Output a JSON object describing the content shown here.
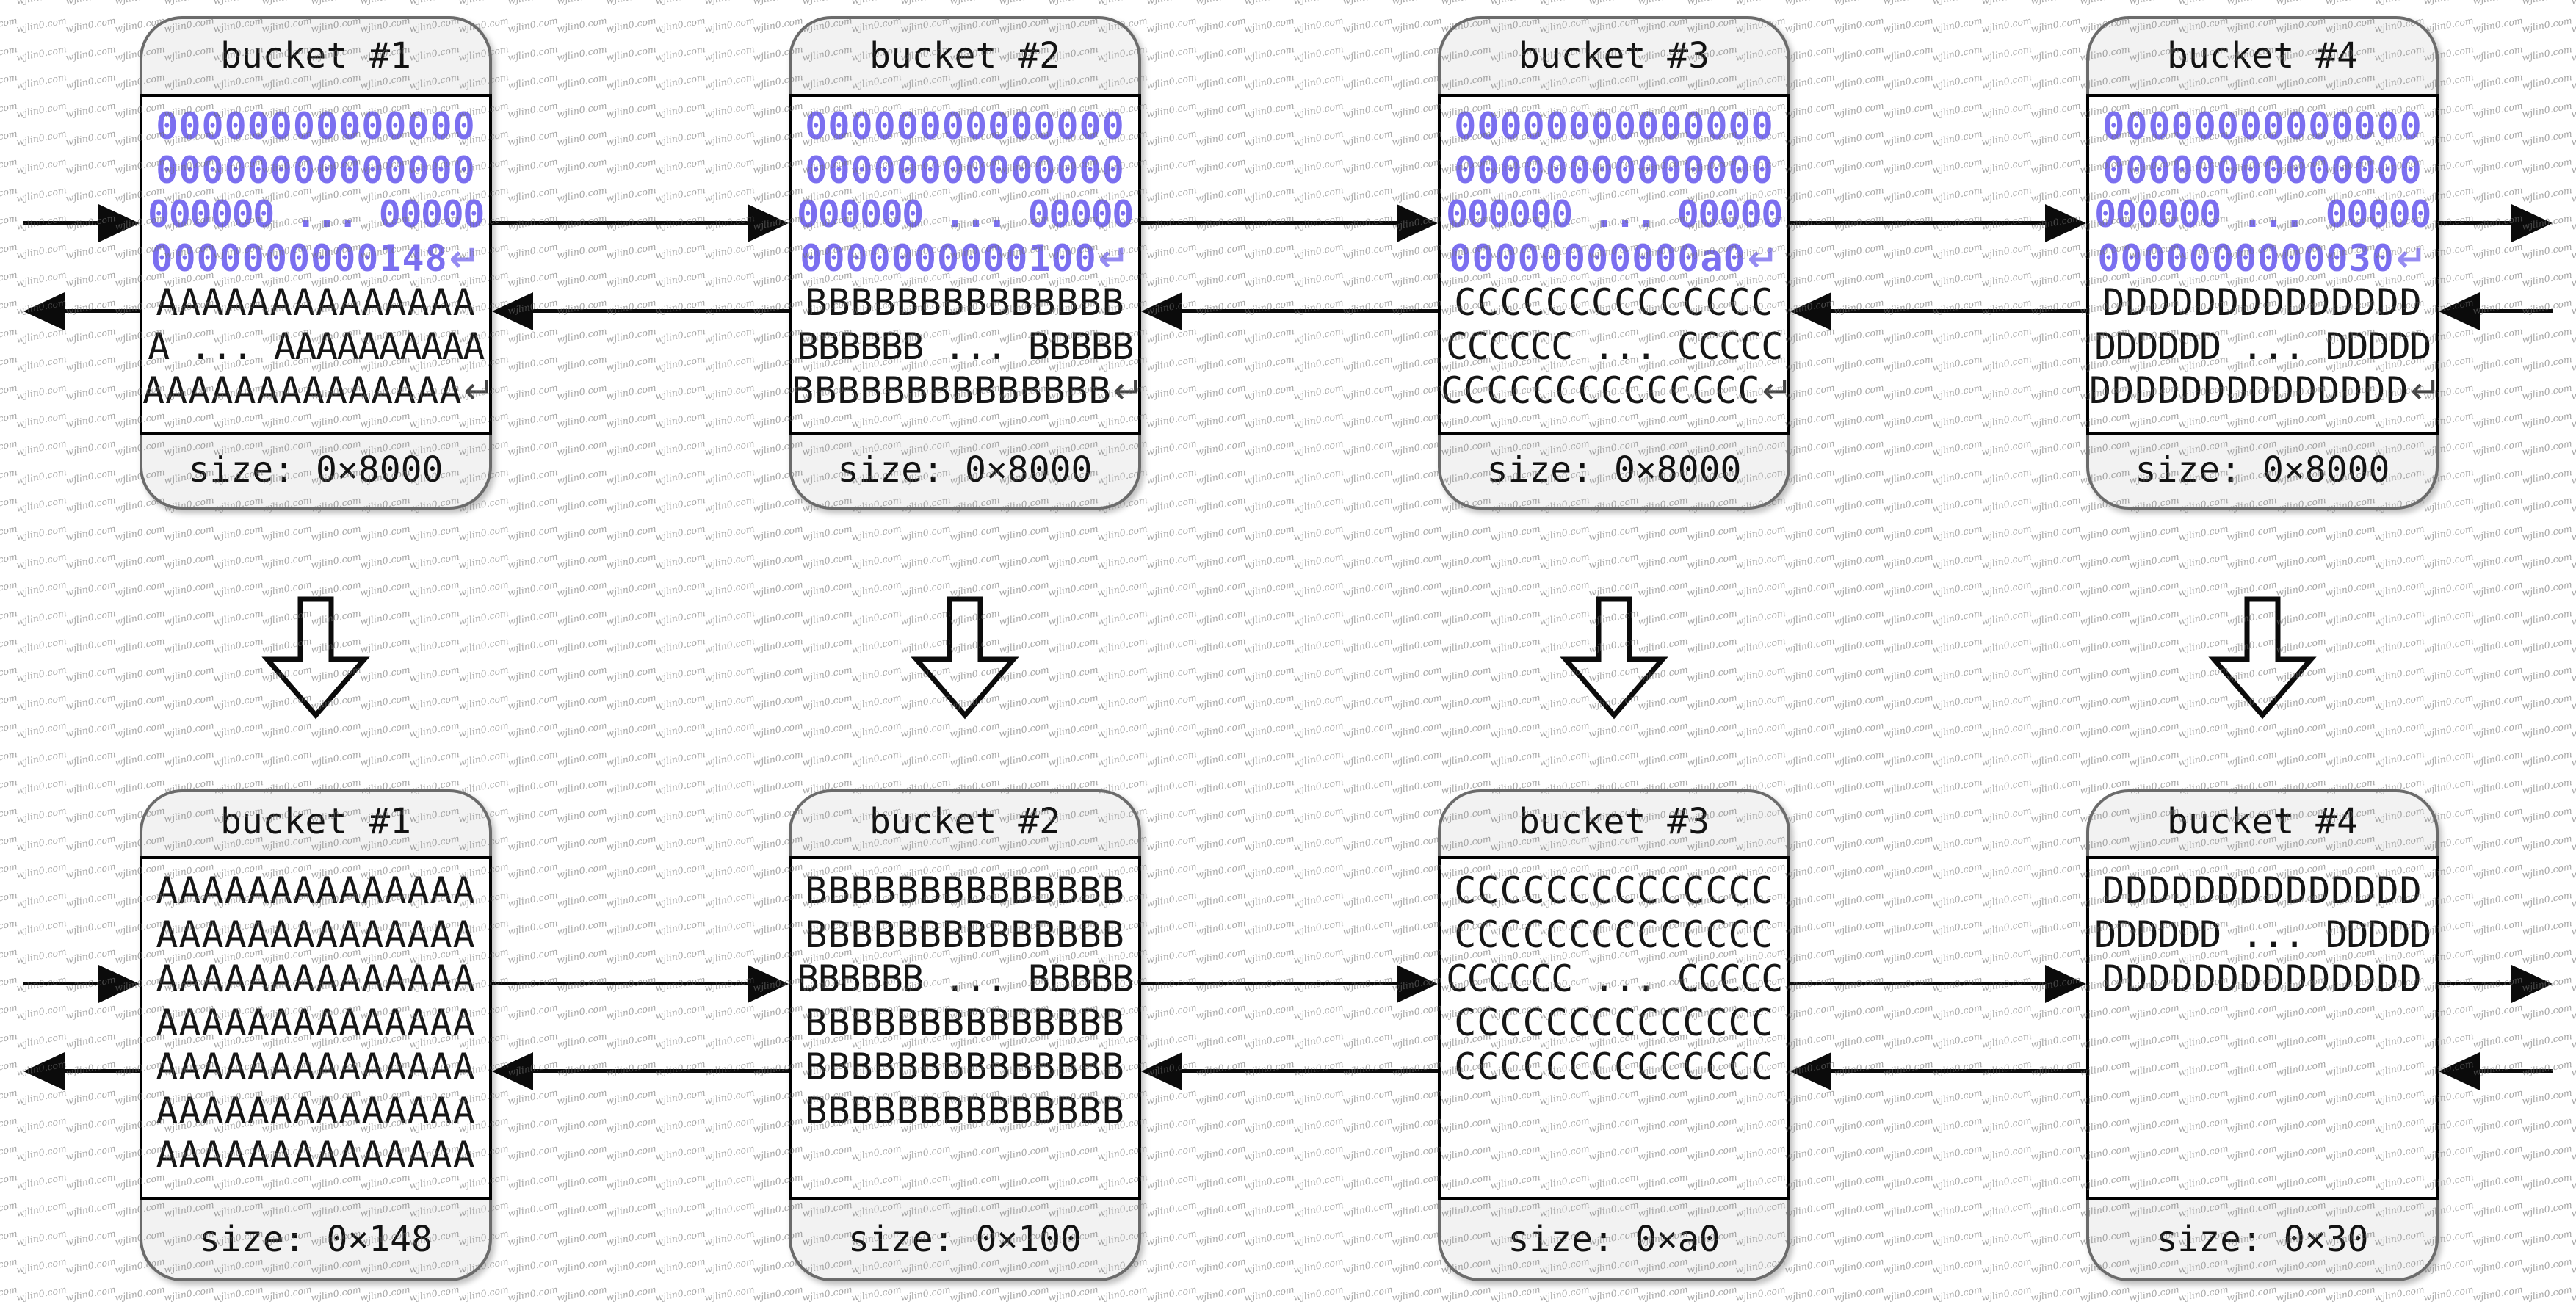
{
  "diagram": {
    "watermark_text": "wjlin0.com",
    "ret_symbol": "↵",
    "colors": {
      "hex_text": "#7b6ff0",
      "data_text": "#161616",
      "bucket_fill": "#f2f2f2",
      "bucket_border": "#6b6b6b",
      "inner_border": "#000000",
      "arrow": "#0b0b0b",
      "watermark": "#6e6e6e"
    },
    "top_row": [
      {
        "title": "bucket #1",
        "header_lines": [
          {
            "text": "00000000000000"
          },
          {
            "text": "00000000000000"
          },
          {
            "text": "000000 ... 00000"
          },
          {
            "text": "0000000000148",
            "ret": true
          }
        ],
        "data_lines": [
          {
            "text": "AAAAAAAAAAAAAA"
          },
          {
            "text": "A ... AAAAAAAAAA"
          },
          {
            "text": "AAAAAAAAAAAAAA",
            "ret": true
          }
        ],
        "size_label": "size: 0×8000"
      },
      {
        "title": "bucket #2",
        "header_lines": [
          {
            "text": "00000000000000"
          },
          {
            "text": "00000000000000"
          },
          {
            "text": "000000 ... 00000"
          },
          {
            "text": "0000000000100",
            "ret": true
          }
        ],
        "data_lines": [
          {
            "text": "BBBBBBBBBBBBBB"
          },
          {
            "text": "BBBBBB ... BBBBB"
          },
          {
            "text": "BBBBBBBBBBBBBB",
            "ret": true
          }
        ],
        "size_label": "size: 0×8000"
      },
      {
        "title": "bucket #3",
        "header_lines": [
          {
            "text": "00000000000000"
          },
          {
            "text": "00000000000000"
          },
          {
            "text": "000000 ... 00000"
          },
          {
            "text": "00000000000a0",
            "ret": true
          }
        ],
        "data_lines": [
          {
            "text": "CCCCCCCCCCCCCC"
          },
          {
            "text": "CCCCCC ... CCCCC"
          },
          {
            "text": "CCCCCCCCCCCCCC",
            "ret": true
          }
        ],
        "size_label": "size: 0×8000"
      },
      {
        "title": "bucket #4",
        "header_lines": [
          {
            "text": "00000000000000"
          },
          {
            "text": "00000000000000"
          },
          {
            "text": "000000 ... 00000"
          },
          {
            "text": "0000000000030",
            "ret": true
          }
        ],
        "data_lines": [
          {
            "text": "DDDDDDDDDDDDDD"
          },
          {
            "text": "DDDDDD ... DDDDD"
          },
          {
            "text": "DDDDDDDDDDDDDD",
            "ret": true
          }
        ],
        "size_label": "size: 0×8000"
      }
    ],
    "bottom_row": [
      {
        "title": "bucket #1",
        "data_lines": [
          {
            "text": "AAAAAAAAAAAAAA"
          },
          {
            "text": "AAAAAAAAAAAAAA"
          },
          {
            "text": "AAAAAAAAAAAAAA"
          },
          {
            "text": "AAAAAAAAAAAAAA"
          },
          {
            "text": "AAAAAAAAAAAAAA"
          },
          {
            "text": "AAAAAAAAAAAAAA"
          },
          {
            "text": "AAAAAAAAAAAAAA"
          }
        ],
        "size_label": "size: 0×148"
      },
      {
        "title": "bucket #2",
        "data_lines": [
          {
            "text": "BBBBBBBBBBBBBB"
          },
          {
            "text": "BBBBBBBBBBBBBB"
          },
          {
            "text": "BBBBBB ... BBBBB"
          },
          {
            "text": "BBBBBBBBBBBBBB"
          },
          {
            "text": "BBBBBBBBBBBBBB"
          },
          {
            "text": "BBBBBBBBBBBBBB"
          }
        ],
        "size_label": "size: 0×100"
      },
      {
        "title": "bucket #3",
        "data_lines": [
          {
            "text": "CCCCCCCCCCCCCC"
          },
          {
            "text": "CCCCCCCCCCCCCC"
          },
          {
            "text": "CCCCCC ... CCCCC"
          },
          {
            "text": "CCCCCCCCCCCCCC"
          },
          {
            "text": "CCCCCCCCCCCCCC"
          }
        ],
        "size_label": "size: 0×a0"
      },
      {
        "title": "bucket #4",
        "data_lines": [
          {
            "text": "DDDDDDDDDDDDDD"
          },
          {
            "text": "DDDDDD ... DDDDD"
          },
          {
            "text": "DDDDDDDDDDDDDD"
          }
        ],
        "size_label": "size: 0×30"
      }
    ]
  }
}
